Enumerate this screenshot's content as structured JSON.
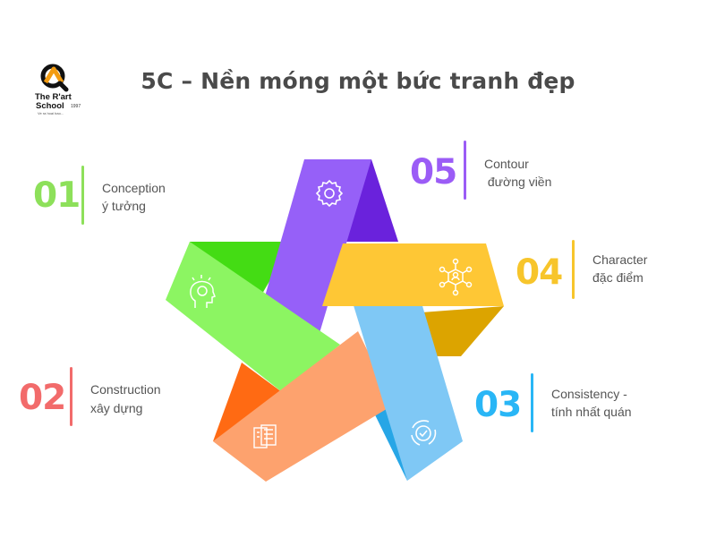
{
  "title": "5C – Nền móng một bức tranh đẹp",
  "logo": {
    "line1": "The R'art",
    "line2": "School",
    "year": "1997",
    "tagline": "Ve ra hoai bao..."
  },
  "colors": {
    "c01": "#8de05a",
    "c02": "#f26b6b",
    "c03": "#29b6f6",
    "c04": "#f7c52b",
    "c05": "#9b5cf6"
  },
  "items": [
    {
      "number": "01",
      "name": "Conception",
      "sub": "ý tưởng",
      "icon": "brain-icon"
    },
    {
      "number": "02",
      "name": "Construction",
      "sub": "xây dựng",
      "icon": "document-list-icon"
    },
    {
      "number": "03",
      "name": "Consistency -",
      "sub": "tính nhất quán",
      "icon": "cycle-check-icon"
    },
    {
      "number": "04",
      "name": "Character",
      "sub": "đặc điểm",
      "icon": "network-person-icon"
    },
    {
      "number": "05",
      "name": "Contour",
      "sub": " đường viền",
      "icon": "gear-icon"
    }
  ]
}
